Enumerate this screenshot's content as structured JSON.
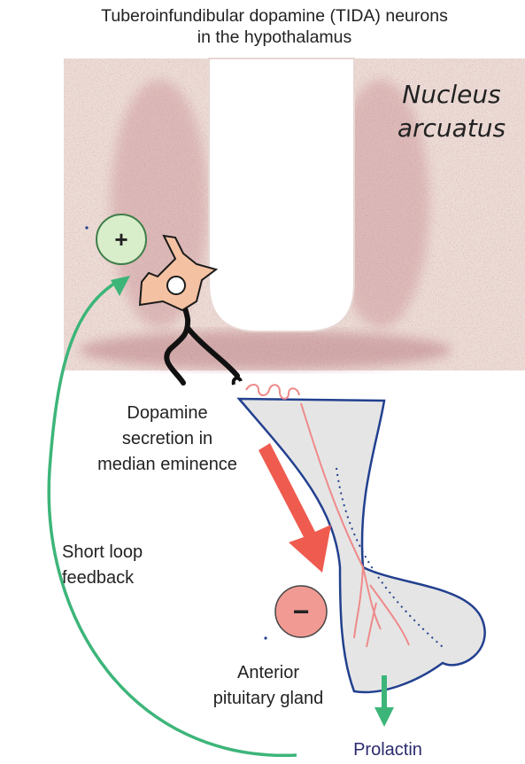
{
  "title": {
    "line1": "Tuberoinfundibular dopamine (TIDA) neurons",
    "line2": "in the hypothalamus"
  },
  "region_label": {
    "line1": "Nucleus",
    "line2": "arcuatus"
  },
  "dopamine_label": {
    "line1": "Dopamine",
    "line2": "secretion in",
    "line3": "median eminence"
  },
  "feedback_label": {
    "line1": "Short loop",
    "line2": "feedback"
  },
  "pituitary_label": {
    "line1": "Anterior",
    "line2": "pituitary gland"
  },
  "output_label": "Prolactin",
  "stimulation_symbol": "+",
  "inhibition_symbol": "−",
  "colors": {
    "feedback_arrow": "#3db579",
    "dopamine_arrow": "#ef5b4f",
    "output_arrow": "#3db579",
    "plus_circle": "#d8eecb",
    "minus_circle": "#f19a93",
    "neuron_body": "#f4c1a2",
    "gland_outline": "#22408f",
    "gland_fill": "#e5e5e5",
    "tissue": "#ead8d3"
  }
}
